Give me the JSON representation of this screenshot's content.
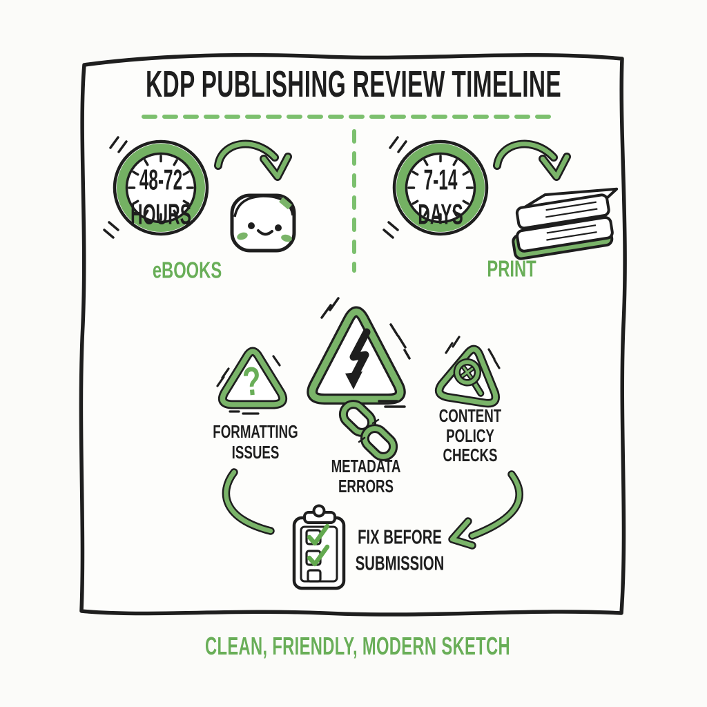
{
  "title": "KDP PUBLISHING REVIEW TIMELINE",
  "caption": "CLEAN, FRIENDLY, MODERN SKETCH",
  "colors": {
    "green_fill": "#7ab469",
    "green_text": "#69ae58",
    "green_dash": "#7cc06e",
    "ink": "#1e1e1e"
  },
  "timeline": {
    "ebooks": {
      "duration_value": "48-72",
      "duration_unit": "HOURS",
      "label": "eBOOKS"
    },
    "print": {
      "duration_value": "7-14",
      "duration_unit": "DAYS",
      "label": "PRINT"
    }
  },
  "issues": {
    "formatting": {
      "line1": "FORMATTING",
      "line2": "ISSUES"
    },
    "metadata": {
      "line1": "METADATA",
      "line2": "ERRORS"
    },
    "content_policy": {
      "line1": "CONTENT",
      "line2": "POLICY",
      "line3": "CHECKS"
    }
  },
  "action": {
    "line1": "FIX BEFORE",
    "line2": "SUBMISSION"
  },
  "icons": {
    "question_mark": "?"
  }
}
